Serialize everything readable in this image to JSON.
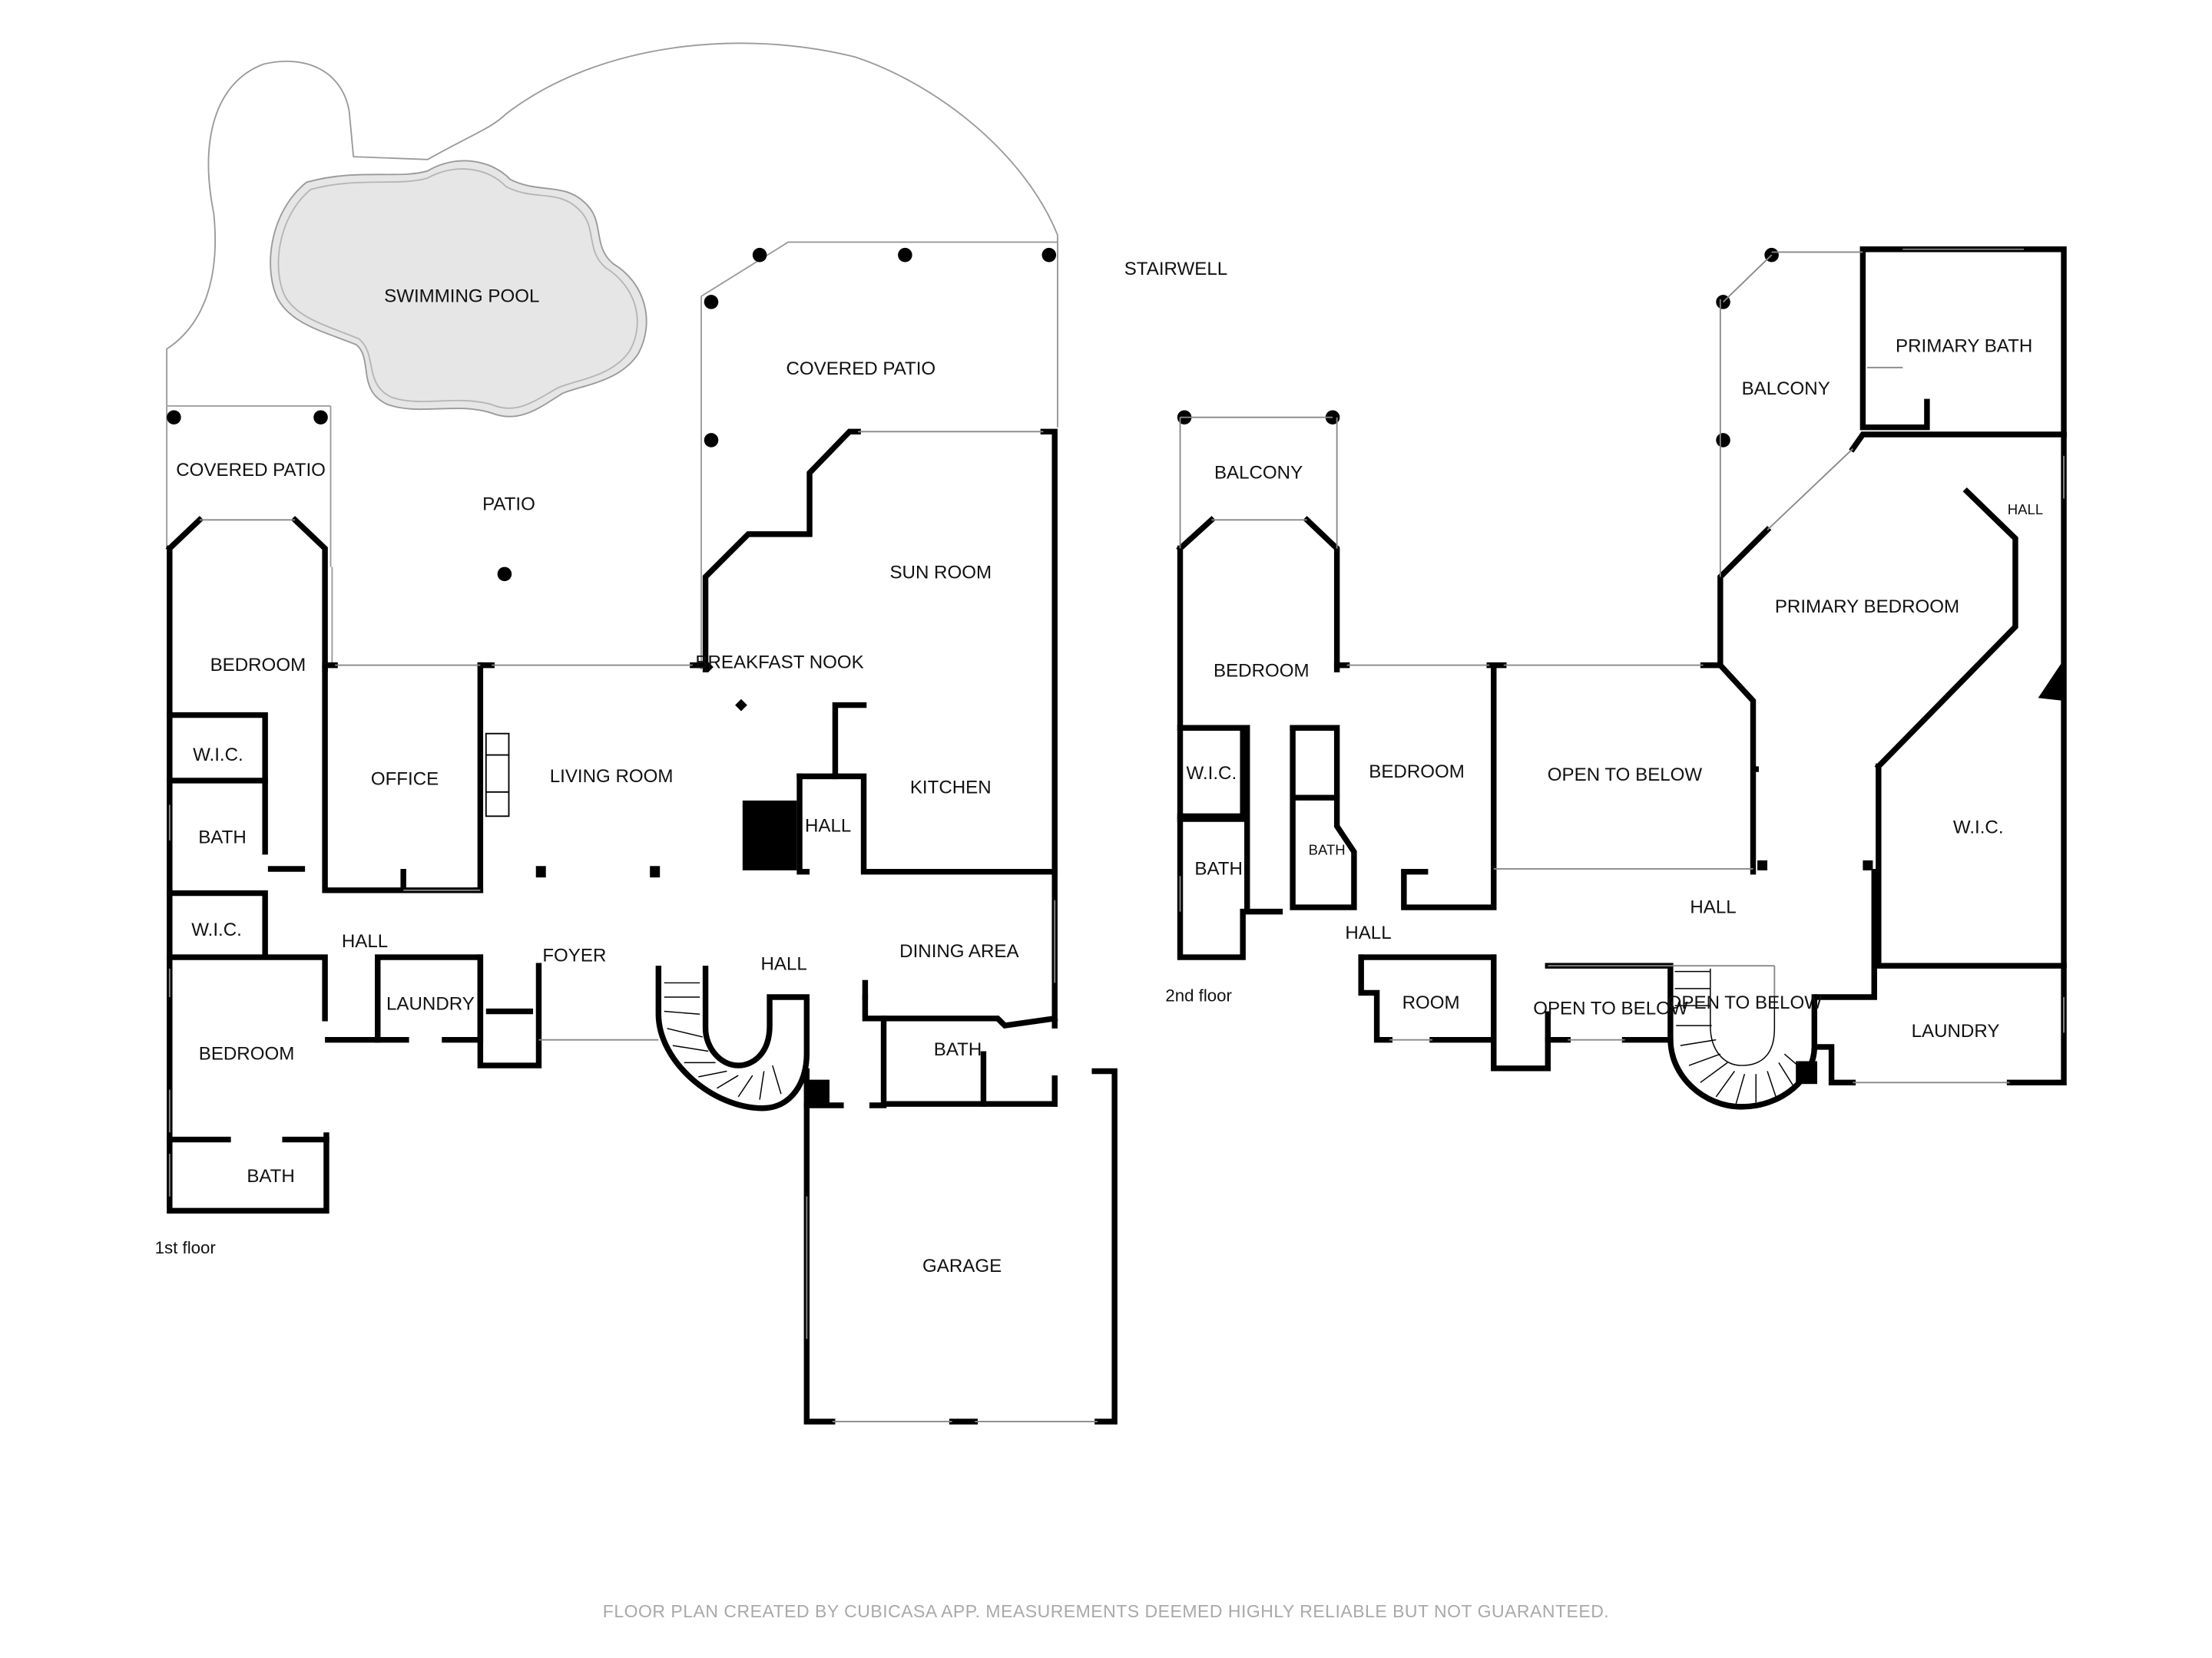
{
  "floor1": {
    "label": "1st floor",
    "rooms": {
      "swimming_pool": "SWIMMING POOL",
      "covered_patio_left": "COVERED PATIO",
      "patio": "PATIO",
      "covered_patio_top": "COVERED PATIO",
      "sun_room": "SUN ROOM",
      "breakfast_nook": "BREAKFAST NOOK",
      "bedroom_top": "BEDROOM",
      "wic_top": "W.I.C.",
      "bath_top": "BATH",
      "office": "OFFICE",
      "living_room": "LIVING ROOM",
      "hall_small": "HALL",
      "kitchen": "KITCHEN",
      "wic_mid": "W.I.C.",
      "hall_left": "HALL",
      "laundry": "LAUNDRY",
      "foyer": "FOYER",
      "hall_center": "HALL",
      "dining_area": "DINING AREA",
      "bedroom_bottom": "BEDROOM",
      "bath_mid": "BATH",
      "bath_bottom": "BATH",
      "garage": "GARAGE"
    }
  },
  "floor2": {
    "label": "2nd floor",
    "rooms": {
      "stairwell": "STAIRWELL",
      "balcony_left": "BALCONY",
      "balcony_right": "BALCONY",
      "primary_bath": "PRIMARY BATH",
      "hall_right": "HALL",
      "primary_bedroom": "PRIMARY BEDROOM",
      "bedroom_left": "BEDROOM",
      "wic_left": "W.I.C.",
      "bath_left": "BATH",
      "bedroom_mid": "BEDROOM",
      "bath_mid": "BATH",
      "open_to_below_top": "OPEN TO BELOW",
      "wic_right": "W.I.C.",
      "hall_center": "HALL",
      "hall_left": "HALL",
      "room": "ROOM",
      "open_to_below_left": "OPEN TO BELOW",
      "open_to_below_right": "OPEN TO BELOW",
      "laundry": "LAUNDRY"
    }
  },
  "footer": "FLOOR PLAN CREATED BY CUBICASA APP. MEASUREMENTS DEEMED HIGHLY RELIABLE BUT NOT GUARANTEED.",
  "colors": {
    "wall": "#000000",
    "outline": "#9a9a9a",
    "pool_fill": "#e6e6e6",
    "footer_text": "#a9a9a9"
  }
}
